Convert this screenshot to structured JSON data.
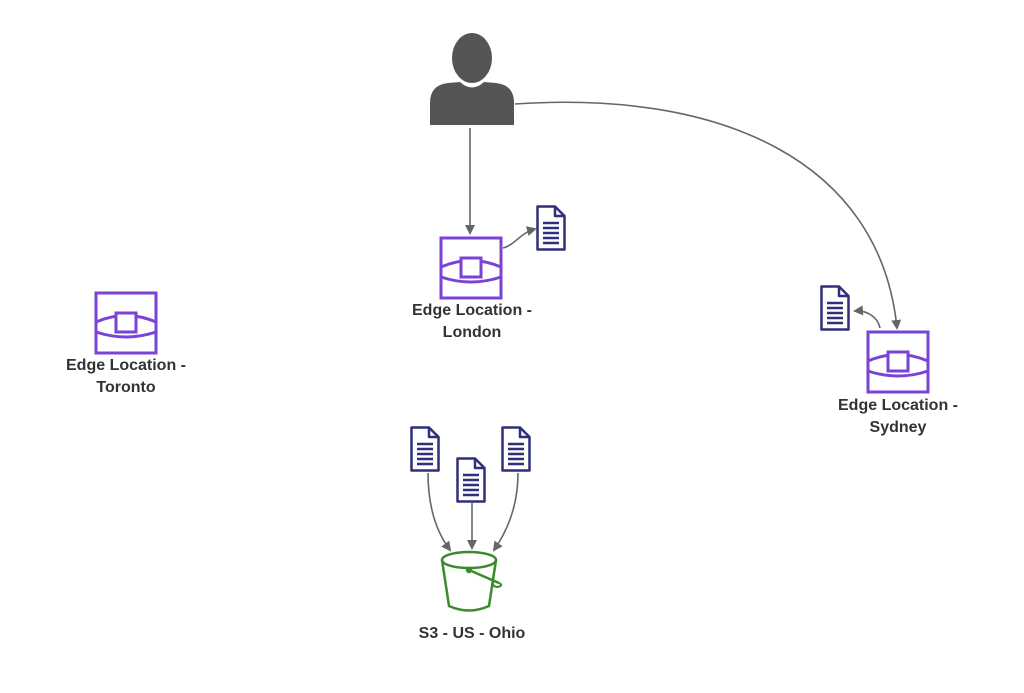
{
  "colors": {
    "edge": "#7b42d6",
    "doc": "#2f2f7a",
    "bucket": "#3b8a2c",
    "arrow": "#666666",
    "user": "#555555",
    "text": "#333333"
  },
  "nodes": {
    "london": {
      "line1": "Edge Location -",
      "line2": "London"
    },
    "toronto": {
      "line1": "Edge Location -",
      "line2": "Toronto"
    },
    "sydney": {
      "line1": "Edge Location -",
      "line2": "Sydney"
    },
    "s3": {
      "label": "S3 - US - Ohio"
    }
  },
  "icons": {
    "user": "user-icon",
    "edge_location": "edge-location-icon",
    "document": "document-icon",
    "bucket": "s3-bucket-icon"
  }
}
